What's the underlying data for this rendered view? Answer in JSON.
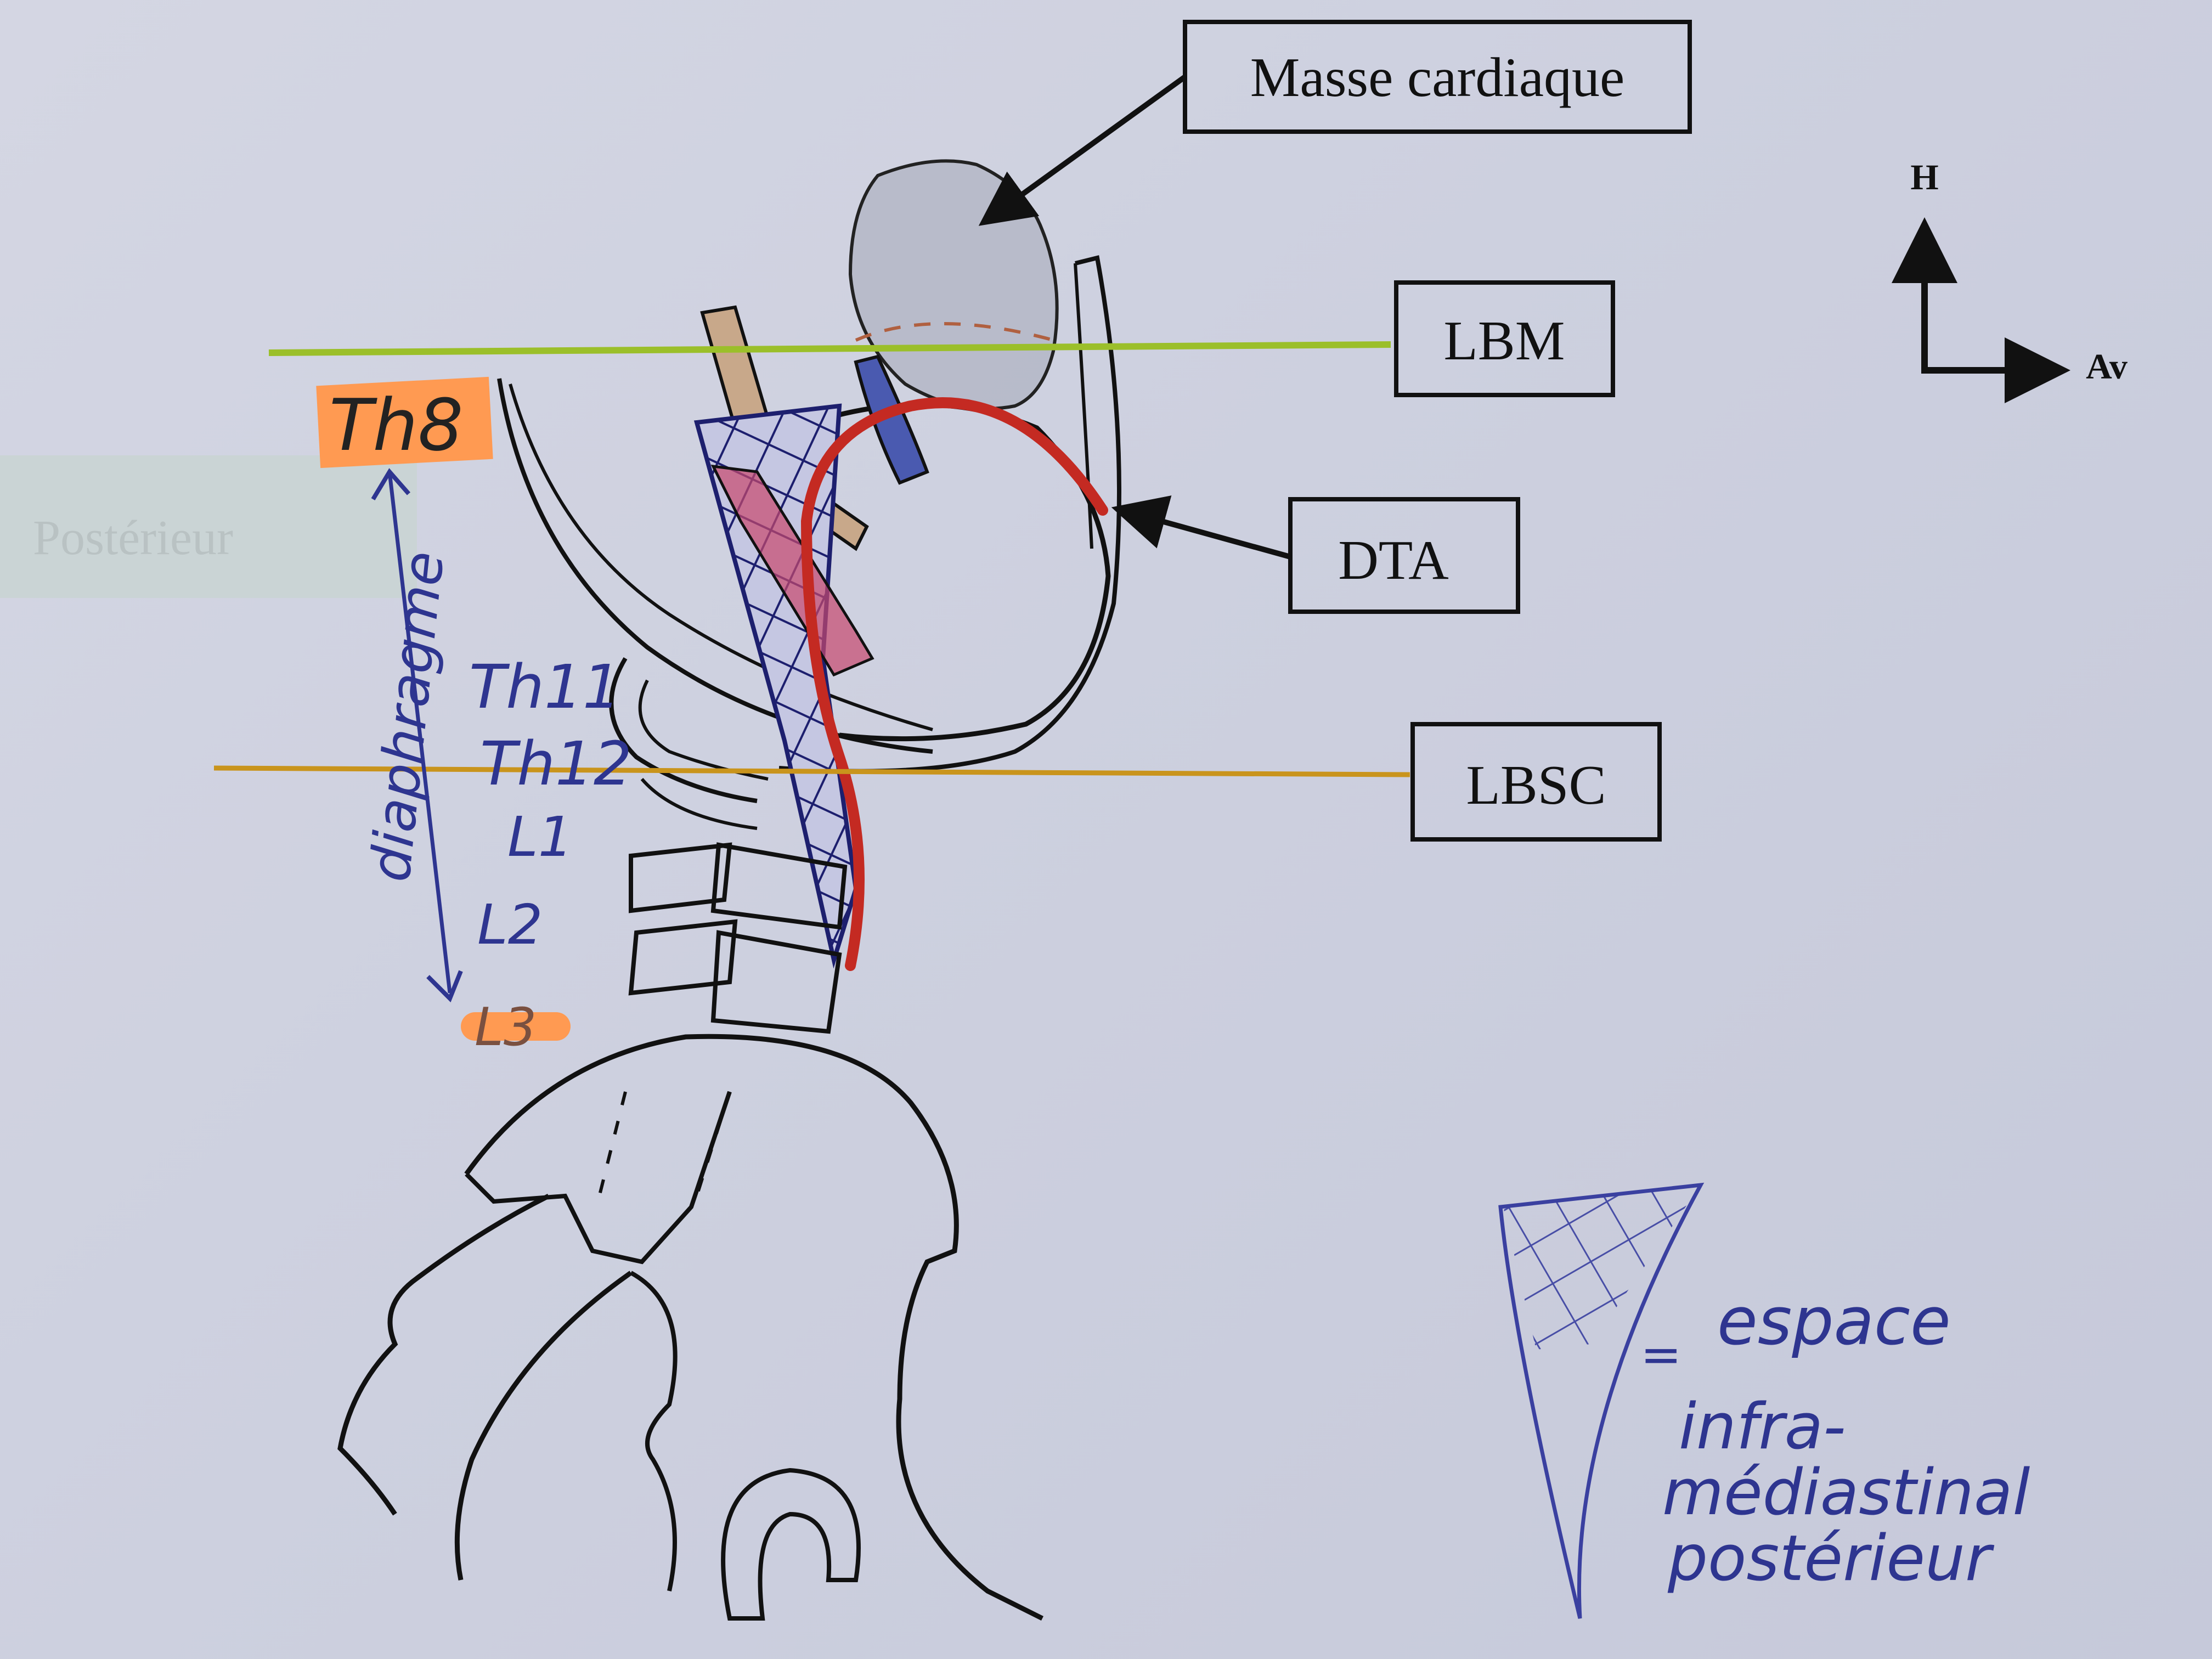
{
  "diagram": {
    "labels": {
      "masse_cardiaque": "Masse cardiaque",
      "lbm": "LBM",
      "dta": "DTA",
      "lbsc": "LBSC"
    },
    "orientation": {
      "up": "H",
      "forward": "Av"
    },
    "vertebrae": {
      "th8": "Th8",
      "th11": "Th11",
      "th12": "Th12",
      "l1": "L1",
      "l2": "L2",
      "l3": "L3"
    },
    "diaphragm_label": "diaphragme",
    "covered_text": "Postérieur",
    "legend": {
      "equals": "=",
      "line1": "espace",
      "line2": "infra-",
      "line3": "médiastinal",
      "line4": "postérieur"
    },
    "colors": {
      "paper": "#cdd0df",
      "lbm_line": "#9bbf2a",
      "lbsc_line": "#c9941c",
      "aorta": "#c42a22",
      "ink_blue": "#2e3590",
      "highlight_orange": "#ff9a52",
      "vein_blue": "#4a5ab0",
      "pink": "#c8486e",
      "tan": "#c8a88a"
    }
  }
}
